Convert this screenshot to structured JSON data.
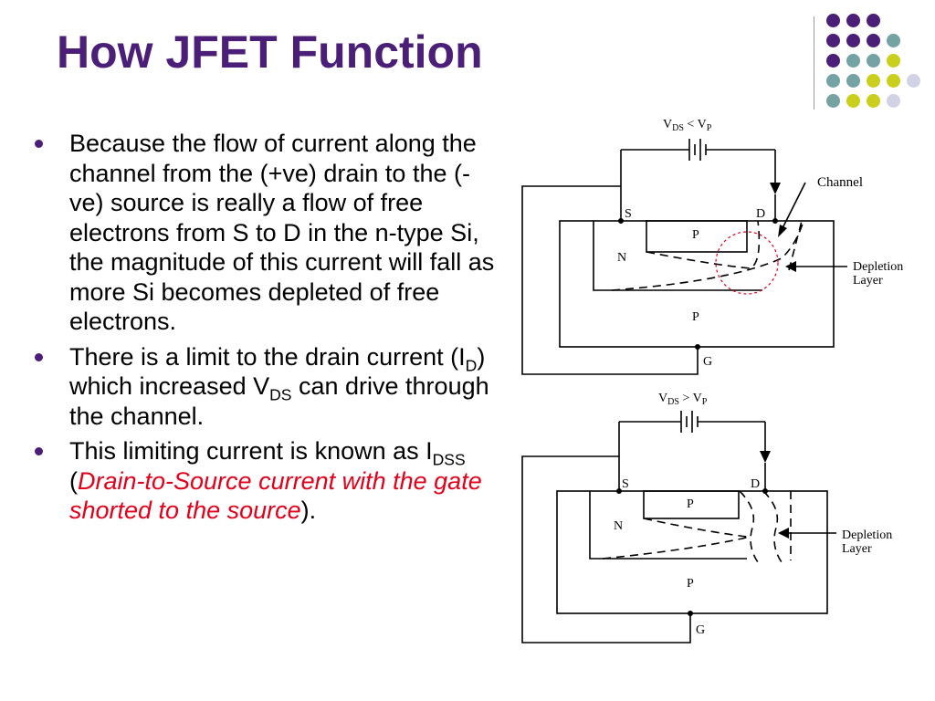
{
  "slide": {
    "title": "How JFET Function"
  },
  "bullets": {
    "b1_text": "Because the flow of current along the channel from the (+ve) drain to the (-ve) source is really a flow of free electrons from S to D in the n-type Si, the magnitude of this current will fall as more Si becomes depleted of free electrons.",
    "b2_part1": "There is a limit to the drain current (I",
    "b2_sub1": "D",
    "b2_part2": ") which increased V",
    "b2_sub2": "DS",
    "b2_part3": " can drive through the channel.",
    "b3_part1": "This limiting current is known as I",
    "b3_sub1": "DSS",
    "b3_part2": " (",
    "b3_italic": "Drain-to-Source current with the gate shorted to the source",
    "b3_part3": ")."
  },
  "diagram_top": {
    "supply_v": "V",
    "supply_sub1": "DS",
    "supply_rel": " < V",
    "supply_sub2": "P",
    "channel_label": "Channel",
    "source_label": "S",
    "drain_label": "D",
    "gate_p_label": "P",
    "n_label": "N",
    "substrate_p_label": "P",
    "depletion_line1": "Depletion",
    "depletion_line2": "Layer",
    "gate_label": "G"
  },
  "diagram_bottom": {
    "supply_v": "V",
    "supply_sub1": "DS",
    "supply_rel": " > V",
    "supply_sub2": "P",
    "source_label": "S",
    "drain_label": "D",
    "gate_p_label": "P",
    "n_label": "N",
    "substrate_p_label": "P",
    "depletion_line1": "Depletion",
    "depletion_line2": "Layer",
    "gate_label": "G"
  },
  "colors": {
    "title": "#4b1f78",
    "accent_red": "#e3001b",
    "dot_purple": "#4b1f78",
    "dot_teal": "#75a3a3",
    "dot_yellow": "#c9cf1c",
    "dot_lavender": "#d2d2e6"
  },
  "decor": {
    "dot_rows": [
      [
        "purple",
        "purple",
        "purple"
      ],
      [
        "purple",
        "purple",
        "purple",
        "teal"
      ],
      [
        "purple",
        "teal",
        "teal",
        "yellow"
      ],
      [
        "teal",
        "teal",
        "yellow",
        "yellow",
        "lavender"
      ],
      [
        "teal",
        "yellow",
        "yellow",
        "lavender"
      ]
    ]
  }
}
